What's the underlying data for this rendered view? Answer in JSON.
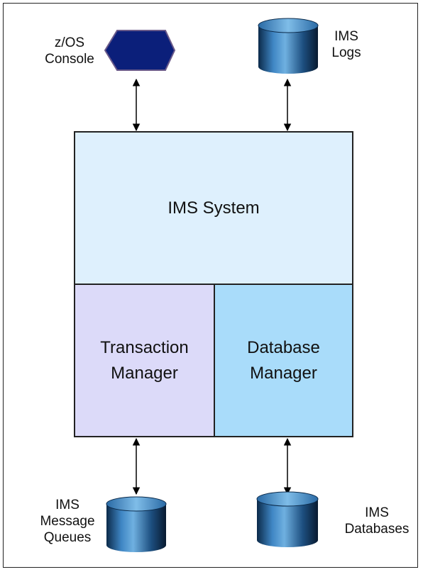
{
  "diagram": {
    "top_left": {
      "label_line1": "z/OS",
      "label_line2": "Console"
    },
    "top_right": {
      "label_line1": "IMS",
      "label_line2": "Logs"
    },
    "system": {
      "label": "IMS System"
    },
    "tm": {
      "line1": "Transaction",
      "line2": "Manager"
    },
    "dm": {
      "line1": "Database",
      "line2": "Manager"
    },
    "bottom_left": {
      "line1": "IMS",
      "line2": "Message",
      "line3": "Queues"
    },
    "bottom_right": {
      "line1": "IMS",
      "line2": "Databases"
    }
  },
  "colors": {
    "system_fill": "#def0fd",
    "tm_fill": "#dcdaf9",
    "dm_fill": "#a9dcfa",
    "console_fill": "#0b1f7a",
    "cylinder_dark": "#0b2a4a",
    "cylinder_light": "#6fb0e0"
  }
}
